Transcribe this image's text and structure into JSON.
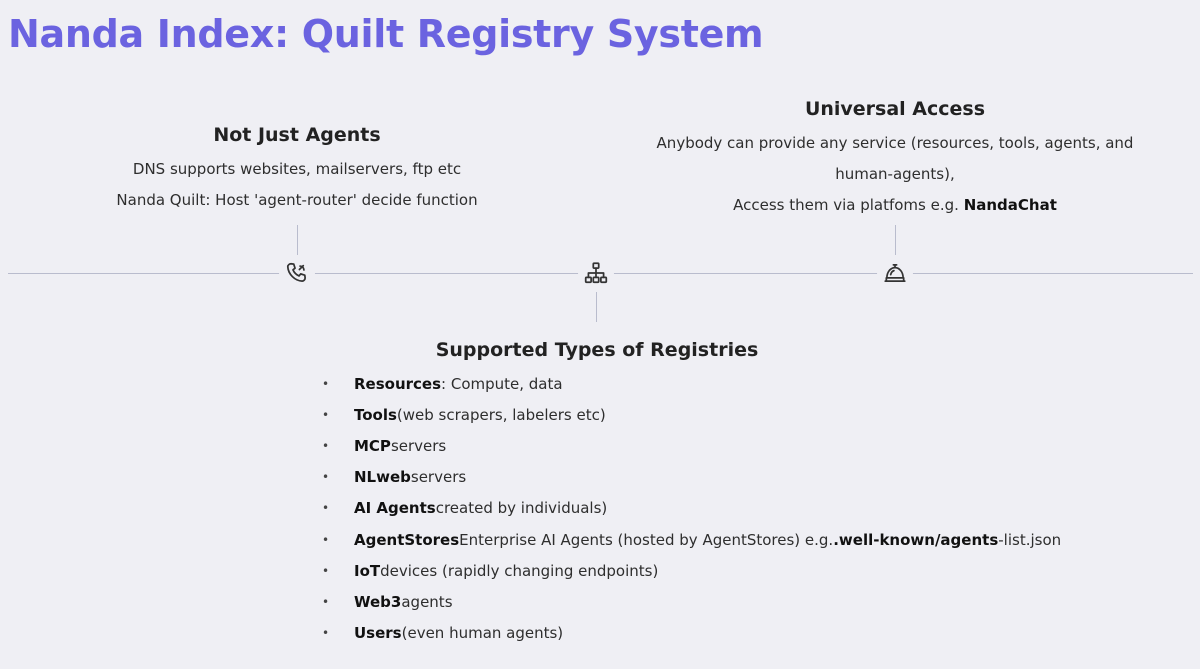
{
  "title": "Nanda Index: Quilt Registry System",
  "colors": {
    "title": "#6b63e0",
    "line": "#b9bccd",
    "background": "#efeff4"
  },
  "not_just_agents": {
    "heading": "Not Just Agents",
    "line1": "DNS supports websites, mailservers, ftp etc",
    "line2": "Nanda Quilt: Host  'agent-router' decide function",
    "icon": "phone-signal-icon"
  },
  "universal_access": {
    "heading": "Universal Access",
    "line1": "Anybody can provide any service (resources, tools, agents, and",
    "line2": "human-agents),",
    "line3_prefix": "Access them via platfoms e.g. ",
    "line3_bold": "NandaChat",
    "icon": "service-bell-icon"
  },
  "registries": {
    "heading": "Supported Types of Registries",
    "icon": "hierarchy-icon",
    "bullet": "•",
    "items": [
      {
        "bold": "Resources",
        "text": ": Compute, data"
      },
      {
        "bold": "Tools",
        "text": " (web scrapers, labelers etc)"
      },
      {
        "bold": "MCP",
        "text": " servers"
      },
      {
        "bold": "NLweb",
        "text": " servers"
      },
      {
        "bold": "AI Agents",
        "text": " created by individuals)"
      },
      {
        "bold": "AgentStores",
        "text": " Enterprise AI Agents (hosted by AgentStores) e.g. ",
        "bold2": ".well-known/agents",
        "text2": "-list.json"
      },
      {
        "bold": "IoT",
        "text": " devices (rapidly changing endpoints)"
      },
      {
        "bold": "Web3",
        "text": " agents"
      },
      {
        "bold": "Users",
        "text": " (even human agents)"
      }
    ]
  }
}
